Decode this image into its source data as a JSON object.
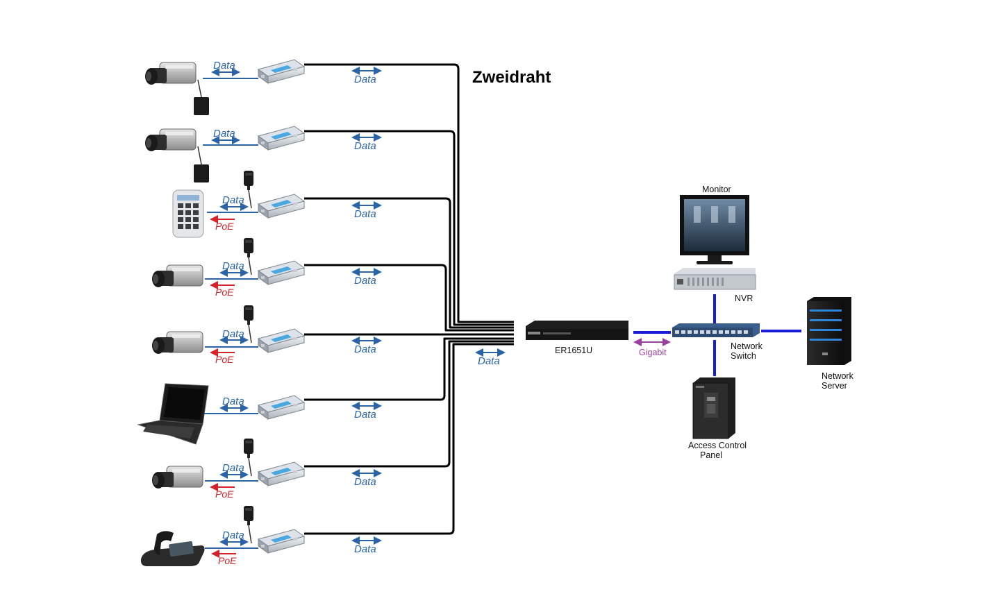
{
  "title": "Zweidraht",
  "labels": {
    "data": "Data",
    "poe": "PoE",
    "gigabit": "Gigabit",
    "er": "ER1651U",
    "monitor": "Monitor",
    "nvr": "NVR",
    "switch_1": "Network",
    "switch_2": "Switch",
    "server_1": "Network",
    "server_2": "Server",
    "panel_1": "Access Control",
    "panel_2": "Panel"
  },
  "endpoints": [
    {
      "device": "camera-icon",
      "poe": false,
      "adapter": true
    },
    {
      "device": "camera-icon",
      "poe": false,
      "adapter": true
    },
    {
      "device": "keypad-icon",
      "poe": true,
      "adapter": true
    },
    {
      "device": "camera-icon",
      "poe": true,
      "adapter": true
    },
    {
      "device": "camera-icon",
      "poe": true,
      "adapter": true
    },
    {
      "device": "laptop-icon",
      "poe": false,
      "adapter": false
    },
    {
      "device": "camera-icon",
      "poe": true,
      "adapter": true
    },
    {
      "device": "ip-phone-icon",
      "poe": true,
      "adapter": true
    }
  ],
  "colors": {
    "data": "#2a63a6",
    "poe": "#d2232a",
    "gigabit": "#9b3fa0",
    "ethernet": "#1a1adb",
    "twisted_pair": "#000000"
  }
}
